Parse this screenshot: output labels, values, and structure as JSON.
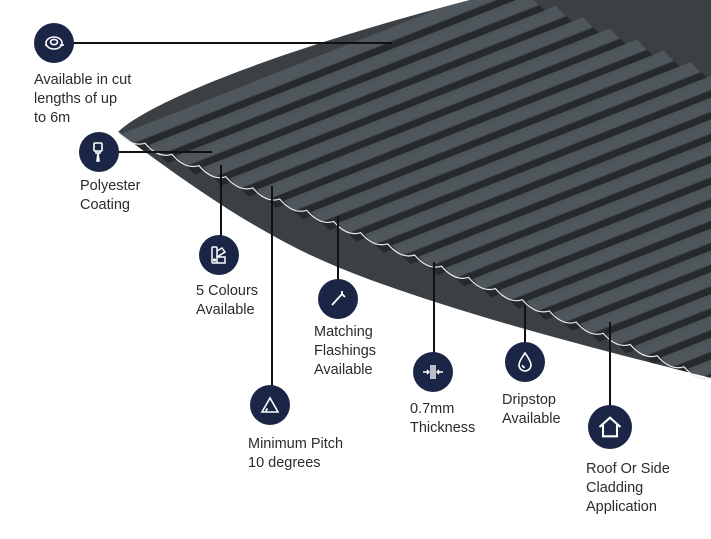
{
  "features": [
    {
      "id": "cut-lengths",
      "icon": "tape-measure-icon",
      "label": "Available in cut\nlengths of up\nto 6m"
    },
    {
      "id": "polyester",
      "icon": "paint-brush-icon",
      "label": "Polyester\nCoating"
    },
    {
      "id": "colours",
      "icon": "colour-swatch-icon",
      "label": "5 Colours\nAvailable"
    },
    {
      "id": "pitch",
      "icon": "pitch-angle-icon",
      "label": "Minimum Pitch\n10 degrees"
    },
    {
      "id": "flashings",
      "icon": "flashing-icon",
      "label": "Matching\nFlashings\nAvailable"
    },
    {
      "id": "thickness",
      "icon": "thickness-icon",
      "label": "0.7mm\nThickness"
    },
    {
      "id": "dripstop",
      "icon": "water-drop-icon",
      "label": "Dripstop\nAvailable"
    },
    {
      "id": "cladding",
      "icon": "house-icon",
      "label": "Roof Or Side\nCladding\nApplication"
    }
  ],
  "colors": {
    "sheet": "#3a4044",
    "sheet_light": "#5b6367",
    "sheet_dark": "#23282b",
    "badge": "#1b2546",
    "line": "#111111"
  }
}
